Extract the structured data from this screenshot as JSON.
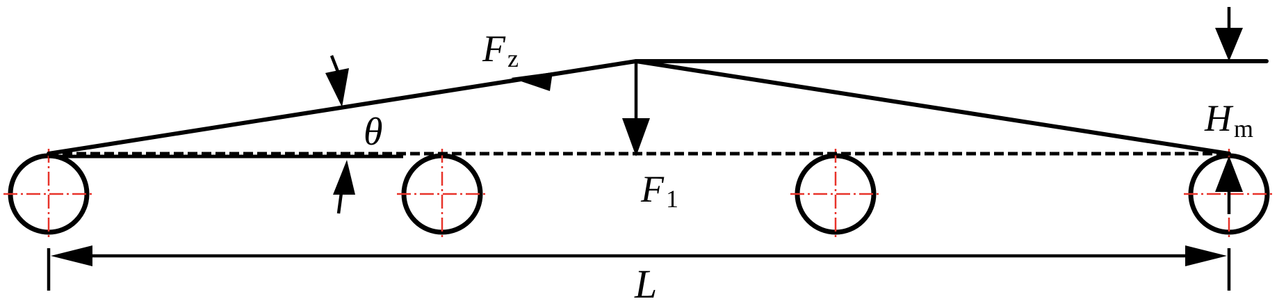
{
  "labels": {
    "force_z": "F",
    "force_z_sub": "z",
    "angle": "θ",
    "force_1": "F",
    "force_1_sub": "1",
    "height": "H",
    "height_sub": "m",
    "length": "L"
  }
}
